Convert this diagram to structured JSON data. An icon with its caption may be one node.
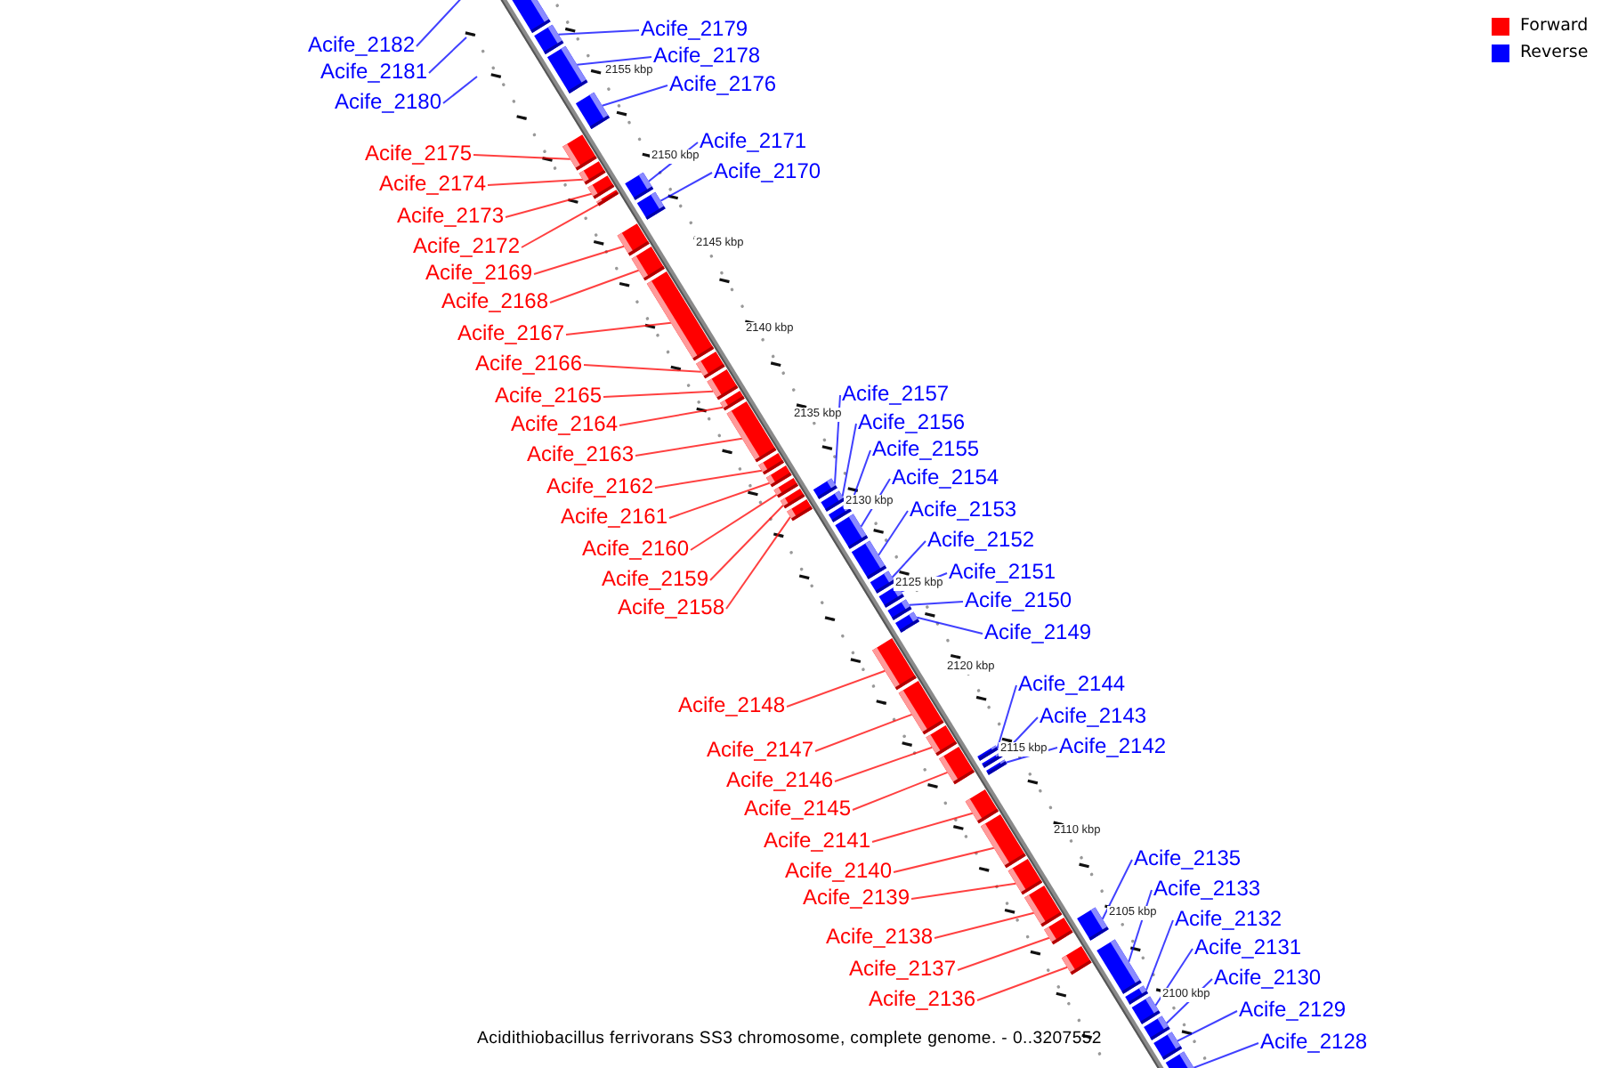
{
  "diagram": {
    "caption": "Acidithiobacillus ferrivorans SS3 chromosome, complete genome. - 0..3207552",
    "nodes": [
      {
        "text": [
          "Acife_2179"
        ]
      },
      {
        "text": [
          "Acife_2182"
        ]
      },
      {
        "text": [
          "Acife_2178"
        ]
      },
      {
        "text": [
          "Acife_2181"
        ]
      },
      {
        "text": [
          "Acife_2176"
        ]
      },
      {
        "text": [
          "Acife_2180"
        ]
      },
      {
        "text": [
          "Acife_2171"
        ]
      },
      {
        "text": [
          "Acife_2175"
        ]
      },
      {
        "text": [
          "Acife_2170"
        ]
      },
      {
        "text": [
          "Acife_2174"
        ]
      },
      {
        "text": [
          "Acife_2173"
        ]
      },
      {
        "text": [
          "Acife_2172"
        ]
      },
      {
        "text": [
          "Acife_2169"
        ]
      },
      {
        "text": [
          "Acife_2168"
        ]
      },
      {
        "text": [
          "Acife_2167"
        ]
      },
      {
        "text": [
          "Acife_2166"
        ]
      },
      {
        "text": [
          "Acife_2157"
        ]
      },
      {
        "text": [
          "Acife_2165"
        ]
      },
      {
        "text": [
          "Acife_2156"
        ]
      },
      {
        "text": [
          "Acife_2164"
        ]
      },
      {
        "text": [
          "Acife_2155"
        ]
      },
      {
        "text": [
          "Acife_2163"
        ]
      },
      {
        "text": [
          "Acife_2154"
        ]
      },
      {
        "text": [
          "Acife_2162"
        ]
      },
      {
        "text": [
          "Acife_2153"
        ]
      },
      {
        "text": [
          "Acife_2161"
        ]
      },
      {
        "text": [
          "Acife_2152"
        ]
      },
      {
        "text": [
          "Acife_2160"
        ]
      },
      {
        "text": [
          "Acife_2151"
        ]
      },
      {
        "text": [
          "Acife_2159"
        ]
      },
      {
        "text": [
          "Acife_2150"
        ]
      },
      {
        "text": [
          "Acife_2158"
        ]
      },
      {
        "text": [
          "Acife_2149"
        ]
      },
      {
        "text": [
          "Acife_2144"
        ]
      },
      {
        "text": [
          "Acife_2148"
        ]
      },
      {
        "text": [
          "Acife_2143"
        ]
      },
      {
        "text": [
          "Acife_2142"
        ]
      },
      {
        "text": [
          "Acife_2147"
        ]
      },
      {
        "text": [
          "Acife_2146"
        ]
      },
      {
        "text": [
          "Acife_2145"
        ]
      },
      {
        "text": [
          "Acife_2141"
        ]
      },
      {
        "text": [
          "Acife_2135"
        ]
      },
      {
        "text": [
          "Acife_2140"
        ]
      },
      {
        "text": [
          "Acife_2133"
        ]
      },
      {
        "text": [
          "Acife_2139"
        ]
      },
      {
        "text": [
          "Acife_2132"
        ]
      },
      {
        "text": [
          "Acife_2138"
        ]
      },
      {
        "text": [
          "Acife_2131"
        ]
      },
      {
        "text": [
          "Acife_2137"
        ]
      },
      {
        "text": [
          "Acife_2130"
        ]
      },
      {
        "text": [
          "Acife_2136"
        ]
      },
      {
        "text": [
          "Acife_2129"
        ]
      },
      {
        "text": [
          "Acife_2128"
        ]
      },
      {
        "text": [],
        "shape": "bar"
      },
      {
        "text": [],
        "shape": "bar"
      },
      {
        "text": [],
        "shape": "bar"
      },
      {
        "text": [],
        "shape": "bar"
      },
      {
        "text": [],
        "shape": "bar"
      },
      {
        "text": [],
        "shape": "bar"
      },
      {
        "text": [],
        "shape": "bar"
      },
      {
        "text": [],
        "shape": "bar"
      },
      {
        "text": [],
        "shape": "bar"
      },
      {
        "text": [],
        "shape": "bar"
      },
      {
        "text": [],
        "shape": "bar"
      },
      {
        "text": [],
        "shape": "bar"
      },
      {
        "text": [],
        "shape": "bar"
      },
      {
        "text": [],
        "shape": "bar"
      },
      {
        "text": [],
        "shape": "bar"
      },
      {
        "text": [],
        "shape": "bar"
      },
      {
        "text": [],
        "shape": "bar"
      },
      {
        "text": [],
        "shape": "bar"
      },
      {
        "text": [],
        "shape": "bar"
      },
      {
        "text": [],
        "shape": "bar"
      },
      {
        "text": [],
        "shape": "bar"
      },
      {
        "text": [],
        "shape": "bar"
      },
      {
        "text": [],
        "shape": "bar"
      },
      {
        "text": [],
        "shape": "bar"
      },
      {
        "text": [],
        "shape": "bar"
      },
      {
        "text": [],
        "shape": "bar"
      },
      {
        "text": [],
        "shape": "bar"
      },
      {
        "text": [],
        "shape": "bar"
      },
      {
        "text": [],
        "shape": "bar"
      },
      {
        "text": [],
        "shape": "bar"
      },
      {
        "text": [],
        "shape": "bar"
      },
      {
        "text": [],
        "shape": "bar"
      },
      {
        "text": [],
        "shape": "bar"
      },
      {
        "text": [],
        "shape": "bar"
      },
      {
        "text": [],
        "shape": "bar"
      },
      {
        "text": [],
        "shape": "bar"
      },
      {
        "text": [],
        "shape": "bar"
      },
      {
        "text": [],
        "shape": "bar"
      },
      {
        "text": [],
        "shape": "bar"
      },
      {
        "text": [],
        "shape": "bar"
      },
      {
        "text": [],
        "shape": "bar"
      },
      {
        "text": [],
        "shape": "bar"
      },
      {
        "text": [],
        "shape": "bar"
      },
      {
        "text": [],
        "shape": "bar"
      },
      {
        "text": [],
        "shape": "bar"
      },
      {
        "text": [],
        "shape": "bar"
      },
      {
        "text": [],
        "shape": "bar"
      },
      {
        "text": [],
        "shape": "bar"
      },
      {
        "text": [],
        "shape": "bar"
      },
      {
        "text": [],
        "shape": "bar"
      },
      {
        "text": [],
        "shape": "bar"
      }
    ],
    "edges": [
      {
        "from": 0,
        "to": 54,
        "arrow": "none",
        "color": "#0000ff"
      },
      {
        "from": 1,
        "to": null,
        "arrow": "none",
        "color": "#0000ff"
      },
      {
        "from": 2,
        "to": 55,
        "arrow": "none",
        "color": "#0000ff"
      },
      {
        "from": 3,
        "to": null,
        "arrow": "none",
        "color": "#0000ff"
      },
      {
        "from": 4,
        "to": 56,
        "arrow": "none",
        "color": "#0000ff"
      },
      {
        "from": 5,
        "to": null,
        "arrow": "none",
        "color": "#0000ff"
      },
      {
        "from": 6,
        "to": 59,
        "arrow": "none",
        "color": "#0000ff"
      },
      {
        "from": 7,
        "to": 57,
        "arrow": "none",
        "color": "#ff0000"
      },
      {
        "from": 8,
        "to": 62,
        "arrow": "none",
        "color": "#0000ff"
      },
      {
        "from": 9,
        "to": 58,
        "arrow": "none",
        "color": "#ff0000"
      },
      {
        "from": 10,
        "to": 60,
        "arrow": "none",
        "color": "#ff0000"
      },
      {
        "from": 11,
        "to": 61,
        "arrow": "none",
        "color": "#ff0000"
      },
      {
        "from": 12,
        "to": 63,
        "arrow": "none",
        "color": "#ff0000"
      },
      {
        "from": 13,
        "to": 64,
        "arrow": "none",
        "color": "#ff0000"
      },
      {
        "from": 14,
        "to": 65,
        "arrow": "none",
        "color": "#ff0000"
      },
      {
        "from": 15,
        "to": 66,
        "arrow": "none",
        "color": "#ff0000"
      },
      {
        "from": 16,
        "to": 72,
        "arrow": "none",
        "color": "#0000ff"
      },
      {
        "from": 17,
        "to": 67,
        "arrow": "none",
        "color": "#ff0000"
      },
      {
        "from": 18,
        "to": 75,
        "arrow": "none",
        "color": "#0000ff"
      },
      {
        "from": 19,
        "to": 68,
        "arrow": "none",
        "color": "#ff0000"
      },
      {
        "from": 20,
        "to": 77,
        "arrow": "none",
        "color": "#0000ff"
      },
      {
        "from": 21,
        "to": 69,
        "arrow": "none",
        "color": "#ff0000"
      },
      {
        "from": 22,
        "to": 78,
        "arrow": "none",
        "color": "#0000ff"
      },
      {
        "from": 23,
        "to": 70,
        "arrow": "none",
        "color": "#ff0000"
      },
      {
        "from": 24,
        "to": 79,
        "arrow": "none",
        "color": "#0000ff"
      },
      {
        "from": 25,
        "to": 71,
        "arrow": "none",
        "color": "#ff0000"
      },
      {
        "from": 26,
        "to": 80,
        "arrow": "none",
        "color": "#0000ff"
      },
      {
        "from": 27,
        "to": 73,
        "arrow": "none",
        "color": "#ff0000"
      },
      {
        "from": 28,
        "to": 81,
        "arrow": "none",
        "color": "#0000ff"
      },
      {
        "from": 29,
        "to": 74,
        "arrow": "none",
        "color": "#ff0000"
      },
      {
        "from": 30,
        "to": 82,
        "arrow": "none",
        "color": "#0000ff"
      },
      {
        "from": 31,
        "to": 76,
        "arrow": "none",
        "color": "#ff0000"
      },
      {
        "from": 32,
        "to": 83,
        "arrow": "none",
        "color": "#0000ff"
      },
      {
        "from": 33,
        "to": 87,
        "arrow": "none",
        "color": "#0000ff"
      },
      {
        "from": 34,
        "to": 84,
        "arrow": "none",
        "color": "#ff0000"
      },
      {
        "from": 35,
        "to": 89,
        "arrow": "none",
        "color": "#0000ff"
      },
      {
        "from": 36,
        "to": 90,
        "arrow": "none",
        "color": "#0000ff"
      },
      {
        "from": 37,
        "to": 85,
        "arrow": "none",
        "color": "#ff0000"
      },
      {
        "from": 38,
        "to": 86,
        "arrow": "none",
        "color": "#ff0000"
      },
      {
        "from": 39,
        "to": 88,
        "arrow": "none",
        "color": "#ff0000"
      },
      {
        "from": 40,
        "to": 91,
        "arrow": "none",
        "color": "#ff0000"
      },
      {
        "from": 41,
        "to": 95,
        "arrow": "none",
        "color": "#0000ff"
      },
      {
        "from": 42,
        "to": 92,
        "arrow": "none",
        "color": "#ff0000"
      },
      {
        "from": 43,
        "to": 97,
        "arrow": "none",
        "color": "#0000ff"
      },
      {
        "from": 44,
        "to": 93,
        "arrow": "none",
        "color": "#ff0000"
      },
      {
        "from": 45,
        "to": 99,
        "arrow": "none",
        "color": "#0000ff"
      },
      {
        "from": 46,
        "to": 94,
        "arrow": "none",
        "color": "#ff0000"
      },
      {
        "from": 47,
        "to": 100,
        "arrow": "none",
        "color": "#0000ff"
      },
      {
        "from": 48,
        "to": 96,
        "arrow": "none",
        "color": "#ff0000"
      },
      {
        "from": 49,
        "to": 101,
        "arrow": "none",
        "color": "#0000ff"
      },
      {
        "from": 50,
        "to": 98,
        "arrow": "none",
        "color": "#ff0000"
      },
      {
        "from": 51,
        "to": 102,
        "arrow": "none",
        "color": "#0000ff"
      },
      {
        "from": 52,
        "to": 103,
        "arrow": "none",
        "color": "#0000ff"
      }
    ],
    "labels": [
      "2155 kbp",
      "2150 kbp",
      "2145 kbp",
      "2140 kbp",
      "2135 kbp",
      "2130 kbp",
      "2125 kbp",
      "2120 kbp",
      "2115 kbp",
      "2110 kbp",
      "2105 kbp",
      "2100 kbp"
    ],
    "legend": [
      {
        "text": "Forward",
        "color": "#ff0000"
      },
      {
        "text": "Reverse",
        "color": "#0000ff"
      }
    ]
  }
}
